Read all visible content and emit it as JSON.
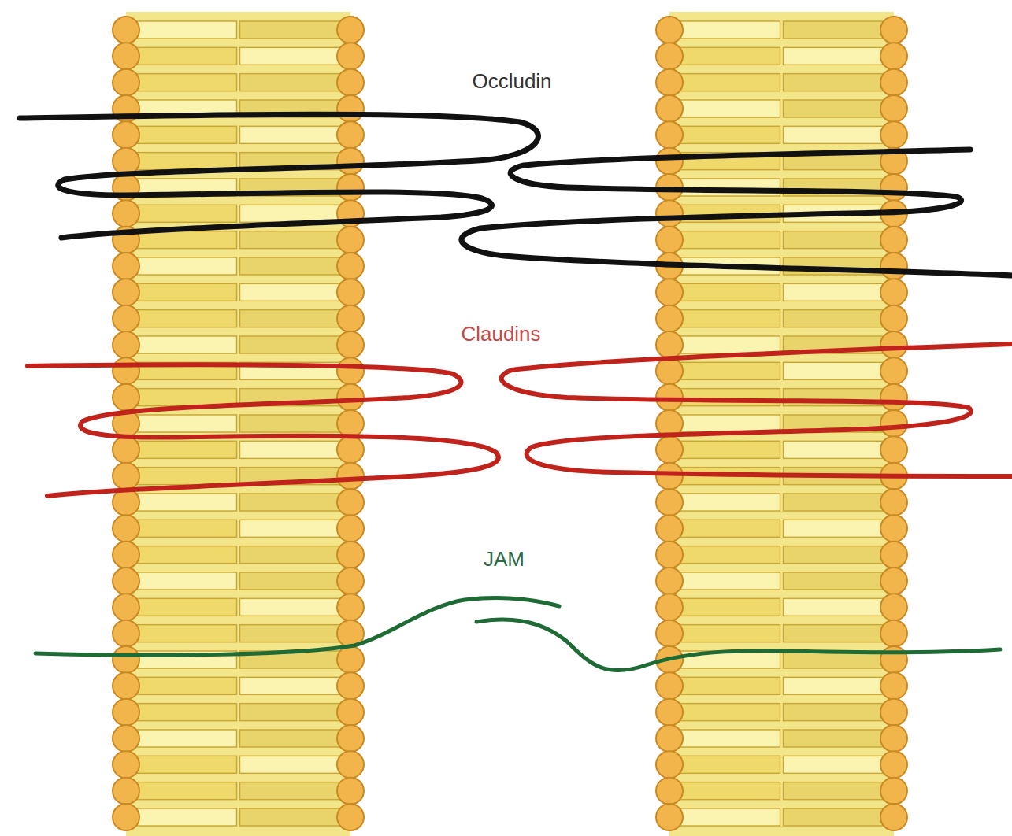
{
  "diagram": {
    "labels": [
      "Occludin",
      "Claudins",
      "JAM"
    ]
  }
}
